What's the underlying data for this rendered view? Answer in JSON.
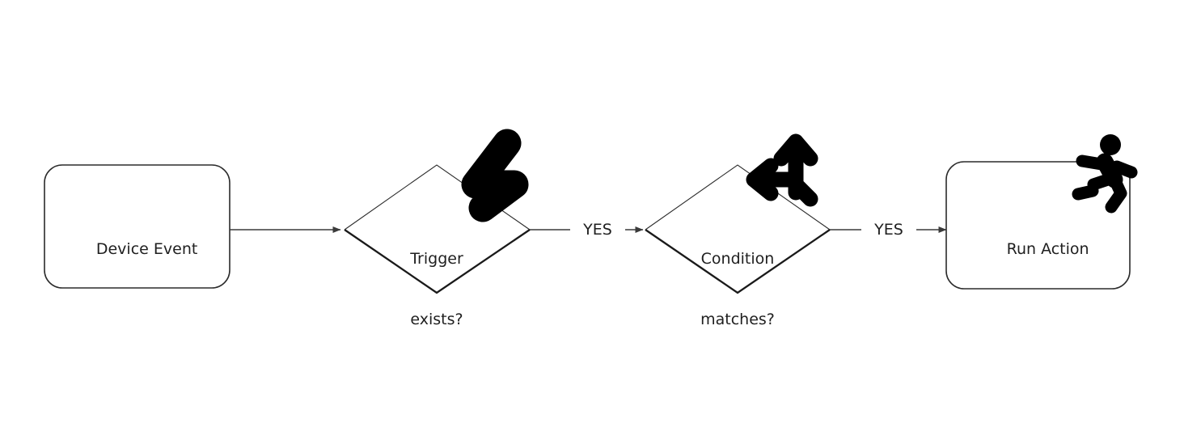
{
  "diagram": {
    "type": "flowchart",
    "orientation": "left-to-right",
    "background_color": "#ffffff",
    "stroke_color": "#1f1f1f",
    "text_color": "#1f1f1f",
    "icon_color": "#000000"
  },
  "nodes": [
    {
      "id": "device-event",
      "shape": "rounded-rectangle",
      "label": "Device Event",
      "icon": null
    },
    {
      "id": "trigger-exists",
      "shape": "diamond",
      "label_line1": "Trigger",
      "label_line2": "exists?",
      "icon": "lightning-bolt-icon"
    },
    {
      "id": "condition-matches",
      "shape": "diamond",
      "label_line1": "Condition",
      "label_line2": "matches?",
      "icon": "branch-arrows-icon"
    },
    {
      "id": "run-action",
      "shape": "rounded-rectangle",
      "label": "Run Action",
      "icon": "running-person-icon"
    }
  ],
  "edges": [
    {
      "id": "edge-event-to-trigger",
      "from": "device-event",
      "to": "trigger-exists",
      "label": ""
    },
    {
      "id": "edge-trigger-to-condition",
      "from": "trigger-exists",
      "to": "condition-matches",
      "label": "YES"
    },
    {
      "id": "edge-condition-to-action",
      "from": "condition-matches",
      "to": "run-action",
      "label": "YES"
    }
  ]
}
